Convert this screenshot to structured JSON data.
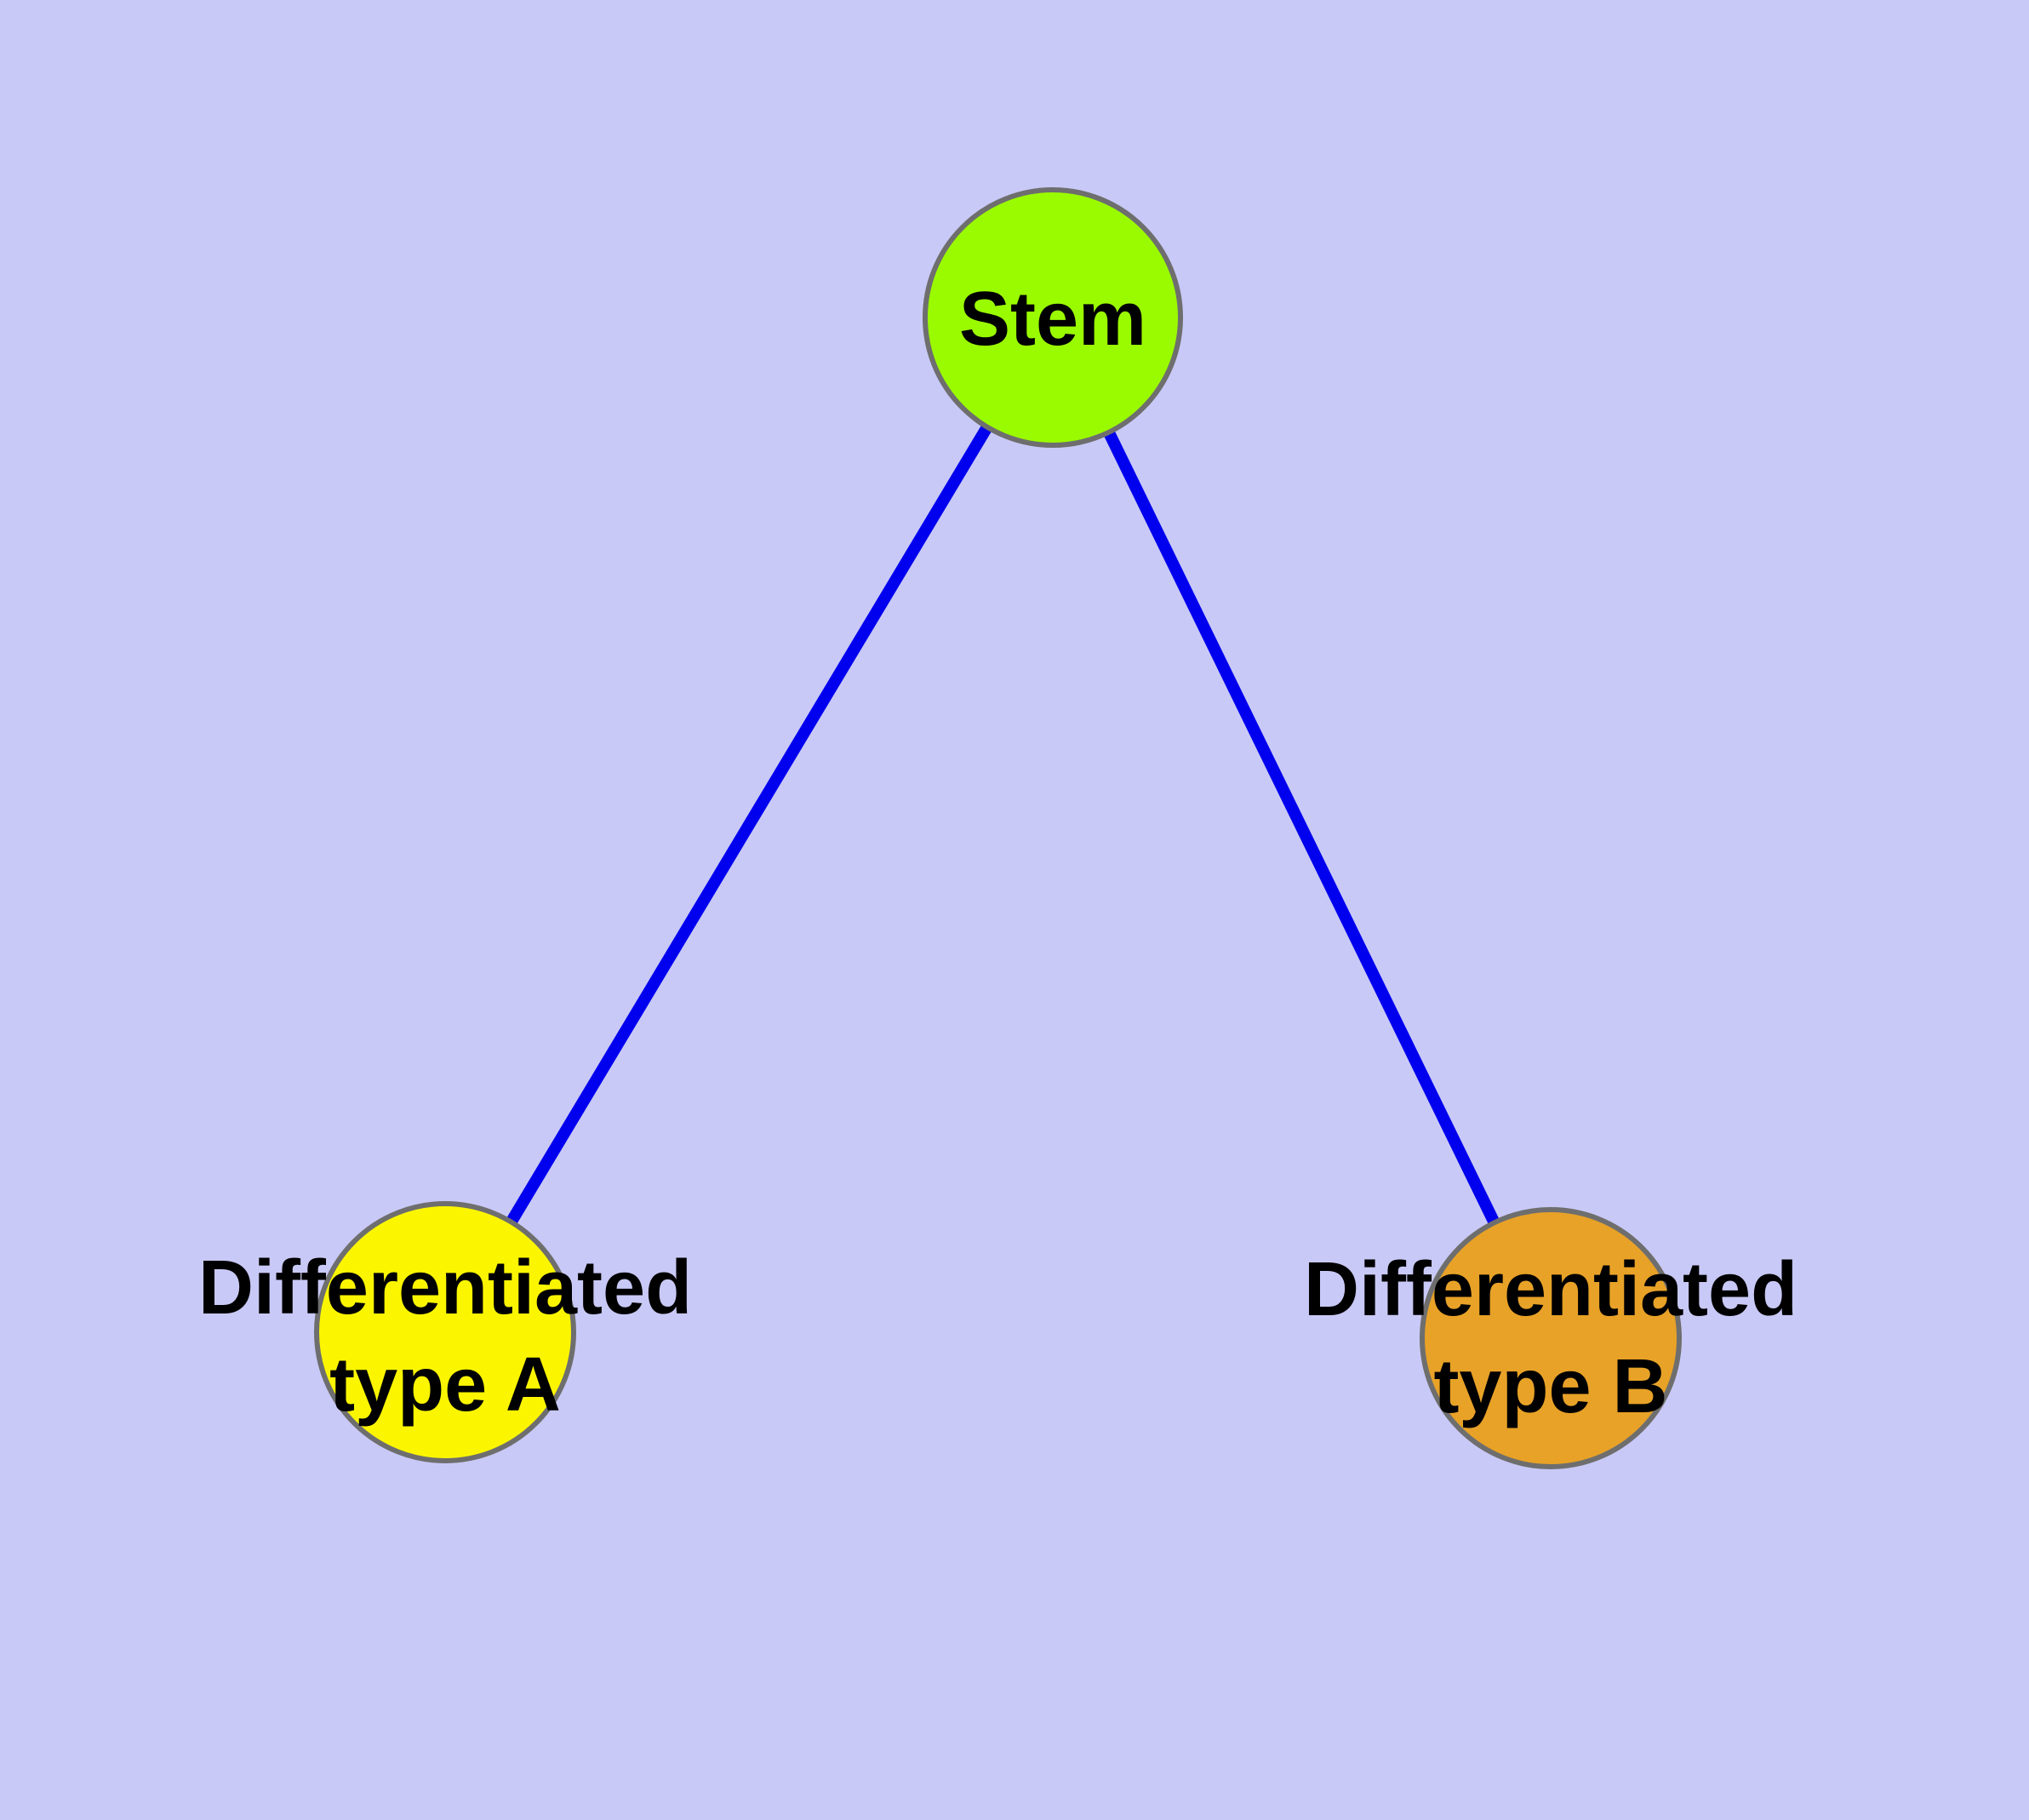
{
  "diagram": {
    "type": "graph",
    "colors": {
      "background": "#C9C9F7",
      "edge": "#0000EE",
      "node_border": "#6E6E6E",
      "label_text": "#000000"
    },
    "nodes": [
      {
        "id": "stem",
        "label": "Stem",
        "label_line2": "",
        "fill": "#9AFB00"
      },
      {
        "id": "type-a",
        "label": "Differentiated",
        "label_line2": "type A",
        "fill": "#FBF600"
      },
      {
        "id": "type-b",
        "label": "Differentiated",
        "label_line2": "type B",
        "fill": "#E8A227"
      }
    ],
    "edges": [
      {
        "from": "Stem",
        "to": "Differentiated type A"
      },
      {
        "from": "Stem",
        "to": "Differentiated type B"
      }
    ]
  }
}
